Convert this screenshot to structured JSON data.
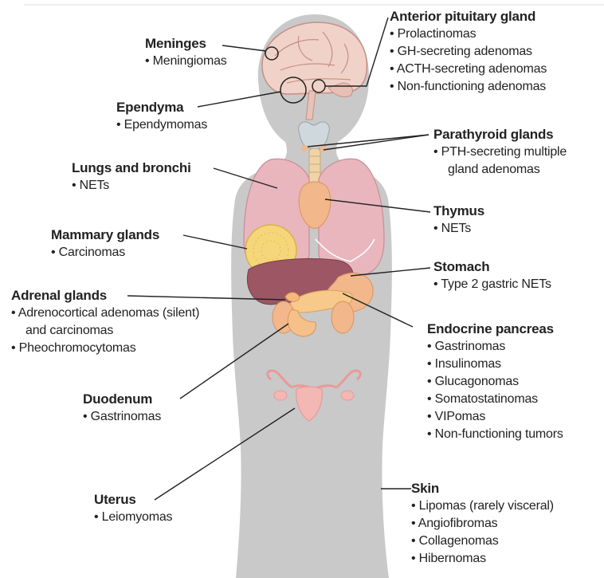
{
  "labels": {
    "meninges": {
      "title": "Meninges",
      "items": [
        "• Meningiomas"
      ]
    },
    "ependyma": {
      "title": "Ependyma",
      "items": [
        "• Ependymomas"
      ]
    },
    "lungs": {
      "title": "Lungs and bronchi",
      "items": [
        "• NETs"
      ]
    },
    "mammary": {
      "title": "Mammary glands",
      "items": [
        "• Carcinomas"
      ]
    },
    "adrenal": {
      "title": "Adrenal glands",
      "items": [
        "• Adrenocortical adenomas (silent)",
        "and carcinomas",
        "• Pheochromocytomas"
      ]
    },
    "duodenum": {
      "title": "Duodenum",
      "items": [
        "• Gastrinomas"
      ]
    },
    "uterus": {
      "title": "Uterus",
      "items": [
        "• Leiomyomas"
      ]
    },
    "pituitary": {
      "title": "Anterior pituitary gland",
      "items": [
        "• Prolactinomas",
        "• GH-secreting adenomas",
        "• ACTH-secreting adenomas",
        "• Non-functioning adenomas"
      ]
    },
    "parathyroid": {
      "title": "Parathyroid glands",
      "items": [
        "• PTH-secreting multiple",
        "gland adenomas"
      ]
    },
    "thymus": {
      "title": "Thymus",
      "items": [
        "• NETs"
      ]
    },
    "stomach": {
      "title": "Stomach",
      "items": [
        "• Type 2 gastric NETs"
      ]
    },
    "pancreas": {
      "title": "Endocrine pancreas",
      "items": [
        "• Gastrinomas",
        "• Insulinomas",
        "• Glucagonomas",
        "• Somatostatinomas",
        "• VIPomas",
        "• Non-functioning tumors"
      ]
    },
    "skin": {
      "title": "Skin",
      "items": [
        "• Lipomas (rarely visceral)",
        "• Angiofibromas",
        "• Collagenomas",
        "• Hibernomas"
      ]
    }
  },
  "colors": {
    "silhouette": "#c9c9c9",
    "lung": "#e9b6bd",
    "liver": "#9c5664",
    "organ_orange": "#f2b78a",
    "thyroid": "#cfd8dc",
    "breast": "#f5d67a",
    "uterus": "#f3b7b4",
    "leader_line": "#222222"
  }
}
